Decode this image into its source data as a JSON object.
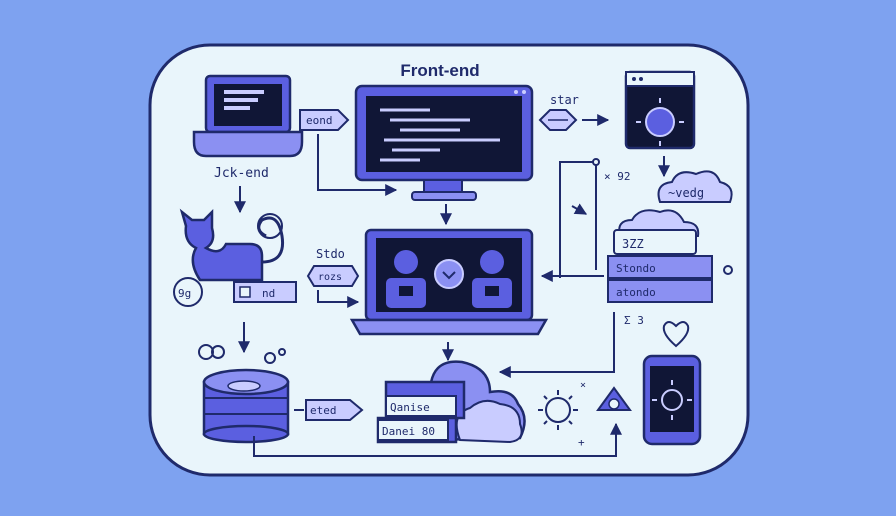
{
  "colors": {
    "background": "#7ea2f0",
    "panel": "#e9f5fb",
    "outline": "#1f2a6b",
    "device": "#5b5fe0",
    "device_light": "#8b90f2",
    "screen": "#101636",
    "accent": "#c9ccff"
  },
  "diagram": {
    "title": "Front-end",
    "labels": {
      "backend": "Jck-end",
      "eond": "eond",
      "star": "star",
      "x92": "× 92",
      "vedg": "~vedg",
      "stdo": "Stdo",
      "rozs": "rozs",
      "num_3zz": "3ZZ",
      "stondo": "Stondo",
      "atondo": "atondo",
      "g9g": "9g",
      "nd": "nd",
      "ted": "eted",
      "danse": "Qanise",
      "danei": "Danei 80",
      "z3": "Σ 3",
      "x_mark": "×",
      "plus": "+"
    }
  }
}
